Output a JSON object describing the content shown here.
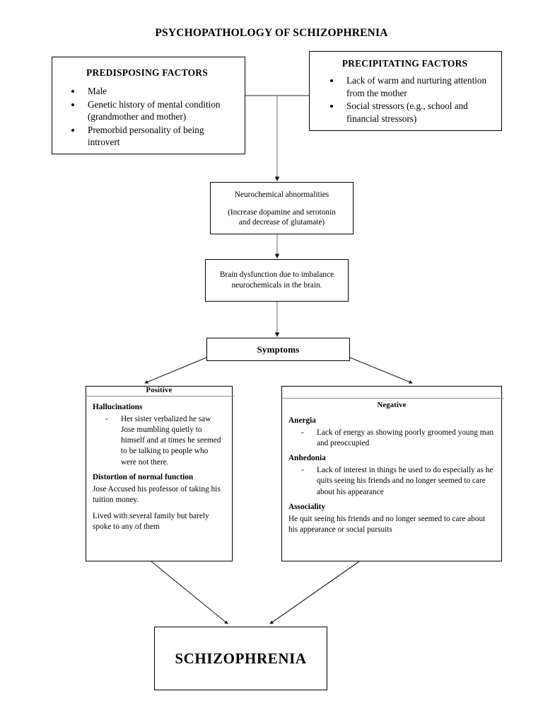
{
  "title": "PSYCHOPATHOLOGY OF SCHIZOPHRENIA",
  "nodes": {
    "predisposing": {
      "heading": "PREDISPOSING FACTORS",
      "bullets": [
        "Male",
        "Genetic history of mental condition (grandmother and mother)",
        "Premorbid personality of being introvert"
      ]
    },
    "precipitating": {
      "heading": "PRECIPITATING FACTORS",
      "bullets": [
        "Lack of warm and nurturing attention from the mother",
        "Social stressors (e.g., school and financial stressors)"
      ]
    },
    "neurochemical": {
      "line1": "Neurochemical abnormalities",
      "line2": "(Increase dopamine and serotonin",
      "line3": "and decrease of glutamate)"
    },
    "brain_dysfunction": {
      "line1": "Brain dysfunction due to imbalance",
      "line2": "neurochemicals in the brain."
    },
    "symptoms": {
      "heading": "Symptoms"
    },
    "positive": {
      "title": "Positive",
      "sections": [
        {
          "head": "Hallucinations",
          "dash_items": [
            "Her sister verbalized he saw Jose mumbling quietly to himself and at times he seemed to be talking to people who were not there."
          ],
          "paras": []
        },
        {
          "head": "Distortion of normal function",
          "dash_items": [],
          "paras": [
            "Jose Accused his professor of taking his tuition money.",
            "Lived with several family but barely spoke to any of them"
          ]
        }
      ]
    },
    "negative": {
      "title": "Negative",
      "sections": [
        {
          "head": "Anergia",
          "dash_items": [
            "Lack of energy as showing poorly groomed young man and preoccupied"
          ],
          "paras": []
        },
        {
          "head": "Anhedonia",
          "dash_items": [
            "Lack of interest in things he used to do especially as he quits seeing his friends and no longer seemed to care about his appearance"
          ],
          "paras": []
        },
        {
          "head": "Associality",
          "dash_items": [],
          "paras": [
            "He quit seeing his friends and no longer seemed to care about his appearance or social pursuits"
          ]
        }
      ]
    },
    "outcome": {
      "heading": "SCHIZOPHRENIA"
    }
  },
  "dash_marker": "-",
  "colors": {
    "border": "#000000",
    "edge": "#4d4d4d",
    "rule": "#8c8c8c",
    "background": "#ffffff",
    "text": "#000000"
  }
}
